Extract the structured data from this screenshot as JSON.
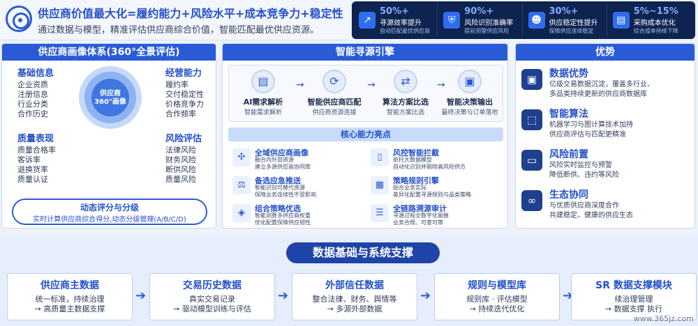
{
  "header": {
    "title": "供应商价值最大化=履约能力+风险水平+成本竞争力+稳定性",
    "subtitle": "通过数据与模型，精准评估供应商综合价值，智能匹配最优供应资源。"
  },
  "metrics": [
    {
      "value": "50%+",
      "label": "寻源效率提升",
      "sub": "自动匹配最优供应商",
      "icon": "chart-up-icon"
    },
    {
      "value": "90%+",
      "label": "风险识别准确率",
      "sub": "提前预警供应风险",
      "icon": "shield-icon"
    },
    {
      "value": "30%+",
      "label": "供应稳定性提升",
      "sub": "保障供应连续稳定",
      "icon": "people-icon"
    },
    {
      "value": "5%~15%",
      "label": "采购成本优化",
      "sub": "综合成本持续下降",
      "icon": "report-icon"
    }
  ],
  "left": {
    "title": "供应商画像体系(360°全景评估)",
    "center": "供应商\n360°画像",
    "basic": {
      "title": "基础信息",
      "items": [
        "企业资质",
        "注册信息",
        "行业分类",
        "合作历史"
      ]
    },
    "ops": {
      "title": "经营能力",
      "items": [
        "履约率",
        "交付稳定性",
        "价格竞争力",
        "合作频率"
      ]
    },
    "quality": {
      "title": "质量表现",
      "items": [
        "质量合格率",
        "客诉率",
        "退换货率",
        "质量认证"
      ]
    },
    "risk": {
      "title": "风险评估",
      "items": [
        "法律风险",
        "财务风险",
        "断供风险",
        "质量风险"
      ]
    },
    "eval_title": "动态评分与分级",
    "eval_desc": "实时计算供应商综合得分,动态分级管理(A/B/C/D)"
  },
  "mid": {
    "title": "智能寻源引擎",
    "steps": [
      {
        "label": "AI需求解析",
        "desc": "智能需求解析",
        "icon": "document-icon"
      },
      {
        "label": "智能供应商匹配",
        "desc": "供应商资源连接",
        "icon": "link-icon"
      },
      {
        "label": "算法方案比选",
        "desc": "智能方案比选",
        "icon": "compare-icon"
      },
      {
        "label": "智能决策输出",
        "desc": "最终决策与订单落地",
        "icon": "monitor-icon"
      }
    ],
    "core_title": "核心能力亮点",
    "caps": [
      {
        "title": "全域供应商画像",
        "desc": "融合内外部资源\n建立多源供应商协同库",
        "icon": "network-icon"
      },
      {
        "title": "风控智能拦截",
        "desc": "依托大数据模型\n自动化识别并剔除高风险供方",
        "icon": "phone-icon"
      },
      {
        "title": "备选应急推送",
        "desc": "智能识别可替代资源\n保障业务连续性不受影响",
        "icon": "scale-icon"
      },
      {
        "title": "策略规则引擎",
        "desc": "贴合业务实际\n差异化配置寻源规则与品类策略",
        "icon": "clipboard-icon"
      },
      {
        "title": "组合策略优选",
        "desc": "智能测算多供应商权重\n优化配置保障供应韧性",
        "icon": "cube-icon"
      },
      {
        "title": "全链路溯源审计",
        "desc": "寻源过程全数字化留痕\n业务合规、可查可审",
        "icon": "audit-icon"
      }
    ]
  },
  "right": {
    "title": "优势",
    "items": [
      {
        "title": "数据优势",
        "desc": "亿级交易数据沉淀，覆盖多行业、\n多品类持续更新的供应商数据库",
        "icon": "monitor-icon"
      },
      {
        "title": "智能算法",
        "desc": "机器学习与图计算技术加持\n供应商评估与匹配更精准",
        "icon": "chip-icon"
      },
      {
        "title": "风险前置",
        "desc": "风险实时监控与预警\n降低断供、违约等风险",
        "icon": "folder-icon"
      },
      {
        "title": "生态协同",
        "desc": "与优质供应商深度合作\n共建稳定、健康的供应生态",
        "icon": "link-icon"
      }
    ]
  },
  "bottom": {
    "title": "数据基础与系统支撑",
    "boxes": [
      {
        "title": "供应商主数据",
        "desc": "统一标准，持续治理\n→ 高质量主数据支撑"
      },
      {
        "title": "交易历史数据",
        "desc": "真实交易记录\n→ 驱动模型训练与评估"
      },
      {
        "title": "外部信任数据",
        "desc": "整合法律、财务、舆情等\n→ 多源外部数据"
      },
      {
        "title": "规则与模型库",
        "desc": "规则库 · 评估模型\n→ 持续迭代优化"
      },
      {
        "title": "SR 数据支撑模块",
        "desc": "续治理管理\n→ 数据支撑 执行"
      }
    ]
  },
  "watermark": "www.365jz.com",
  "colors": {
    "accent": "#2a5bd7",
    "dark": "#0f2350"
  }
}
